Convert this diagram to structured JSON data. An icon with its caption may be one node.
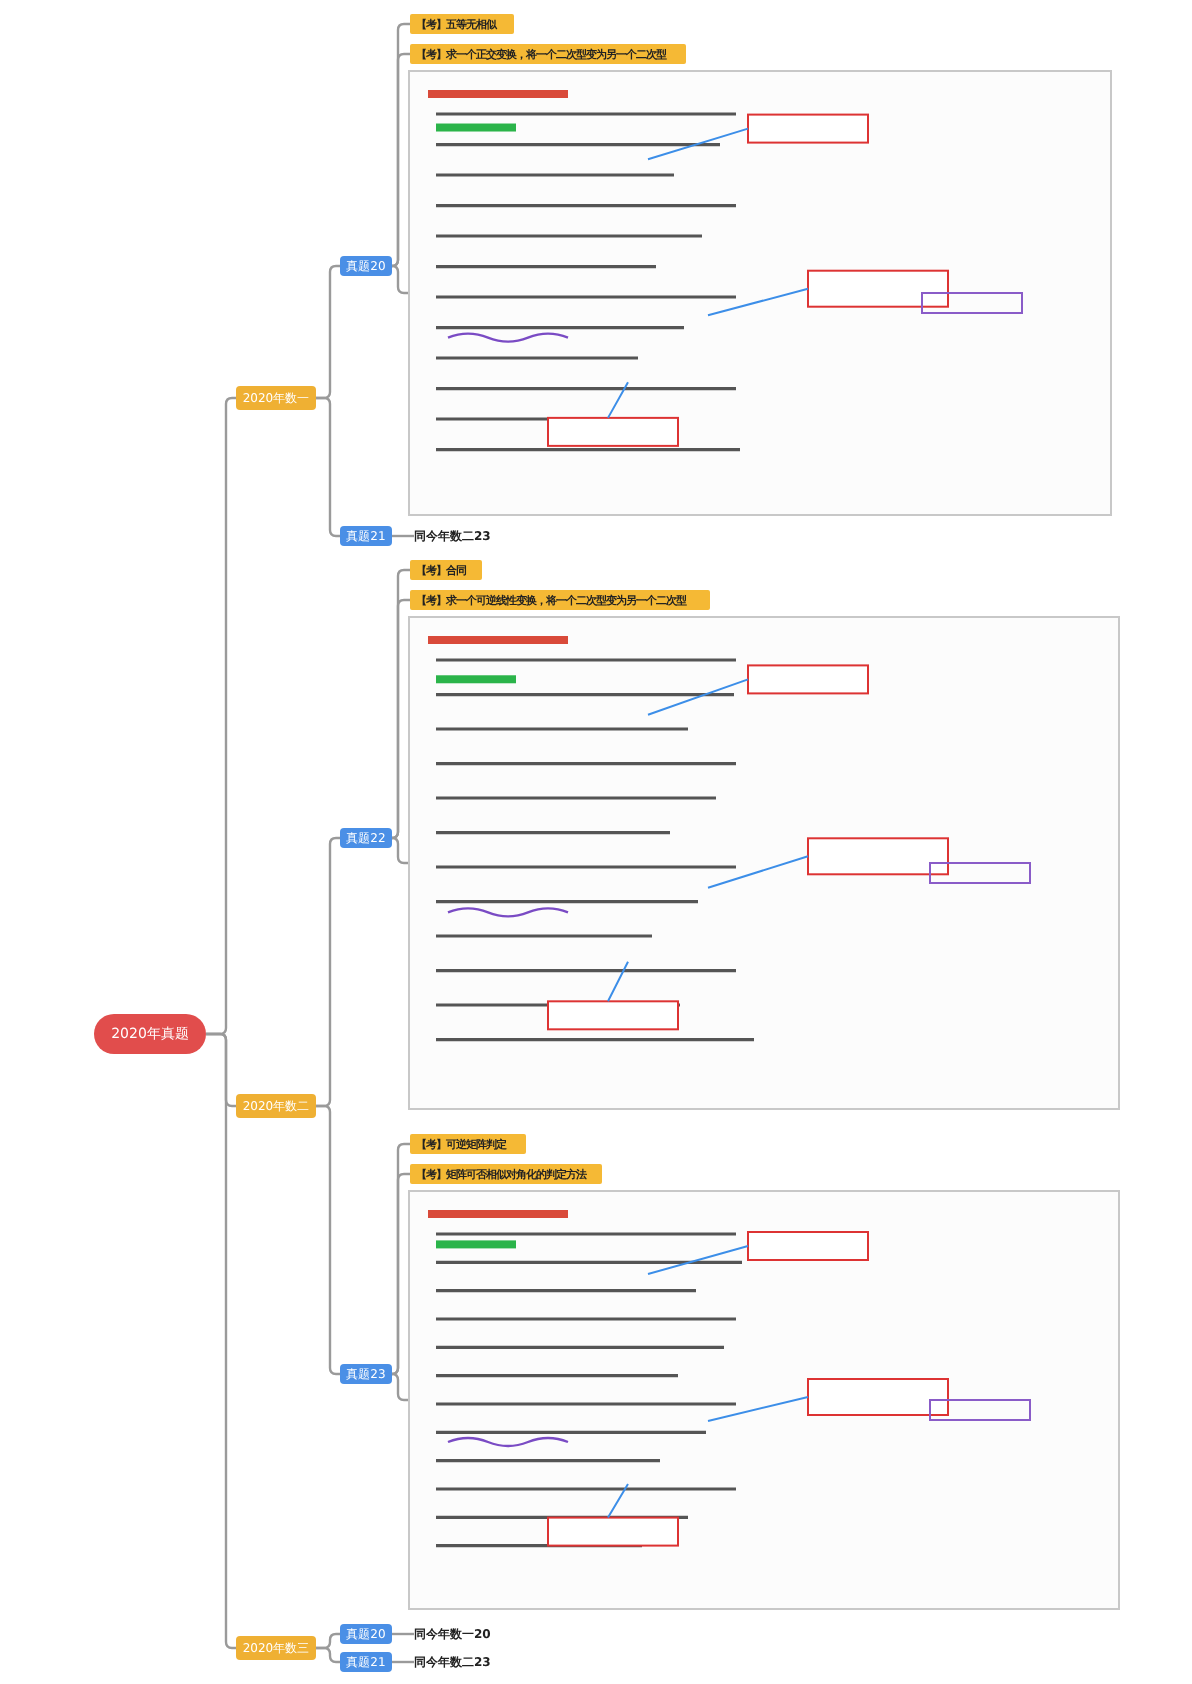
{
  "diagram": {
    "nodes": [
      {
        "text": [
          "2020年真题"
        ]
      },
      {
        "text": [
          "2020年数一"
        ]
      },
      {
        "text": [
          "真题20"
        ]
      },
      {
        "text": [
          "【考】五等无相似"
        ]
      },
      {
        "text": [
          "【考】求一个正交变换，将一个二次型变为另一个二次型"
        ]
      },
      {
        "text": [],
        "shape": "picture"
      },
      {
        "text": [
          "真题21"
        ]
      },
      {
        "text": [
          "同今年数二23"
        ]
      },
      {
        "text": [
          "2020年数二"
        ]
      },
      {
        "text": [
          "真题22"
        ]
      },
      {
        "text": [
          "【考】合同"
        ]
      },
      {
        "text": [
          "【考】求一个可逆线性变换，将一个二次型变为另一个二次型"
        ]
      },
      {
        "text": [],
        "shape": "picture"
      },
      {
        "text": [
          "真题23"
        ]
      },
      {
        "text": [
          "【考】可逆矩阵判定"
        ]
      },
      {
        "text": [
          "【考】矩阵可否相似对角化的判定方法"
        ]
      },
      {
        "text": [],
        "shape": "picture"
      },
      {
        "text": [
          "2020年数三"
        ]
      },
      {
        "text": [
          "真题20"
        ]
      },
      {
        "text": [
          "同今年数一20"
        ]
      },
      {
        "text": [
          "真题21"
        ]
      },
      {
        "text": [
          "同今年数二23"
        ]
      }
    ],
    "edges": [
      {
        "from": 0,
        "to": 1,
        "arrow": "none"
      },
      {
        "from": 1,
        "to": 2,
        "arrow": "none"
      },
      {
        "from": 2,
        "to": 3,
        "arrow": "none"
      },
      {
        "from": 2,
        "to": 4,
        "arrow": "none"
      },
      {
        "from": 2,
        "to": 5,
        "arrow": "none"
      },
      {
        "from": 1,
        "to": 6,
        "arrow": "none"
      },
      {
        "from": 6,
        "to": 7,
        "arrow": "none"
      },
      {
        "from": 0,
        "to": 8,
        "arrow": "none"
      },
      {
        "from": 8,
        "to": 9,
        "arrow": "none"
      },
      {
        "from": 9,
        "to": 10,
        "arrow": "none"
      },
      {
        "from": 9,
        "to": 11,
        "arrow": "none"
      },
      {
        "from": 9,
        "to": 12,
        "arrow": "none"
      },
      {
        "from": 8,
        "to": 13,
        "arrow": "none"
      },
      {
        "from": 13,
        "to": 14,
        "arrow": "none"
      },
      {
        "from": 13,
        "to": 15,
        "arrow": "none"
      },
      {
        "from": 13,
        "to": 16,
        "arrow": "none"
      },
      {
        "from": 0,
        "to": 17,
        "arrow": "none"
      },
      {
        "from": 17,
        "to": 18,
        "arrow": "none"
      },
      {
        "from": 18,
        "to": 19,
        "arrow": "none"
      },
      {
        "from": 17,
        "to": 20,
        "arrow": "none"
      },
      {
        "from": 20,
        "to": 21,
        "arrow": "none"
      }
    ]
  }
}
